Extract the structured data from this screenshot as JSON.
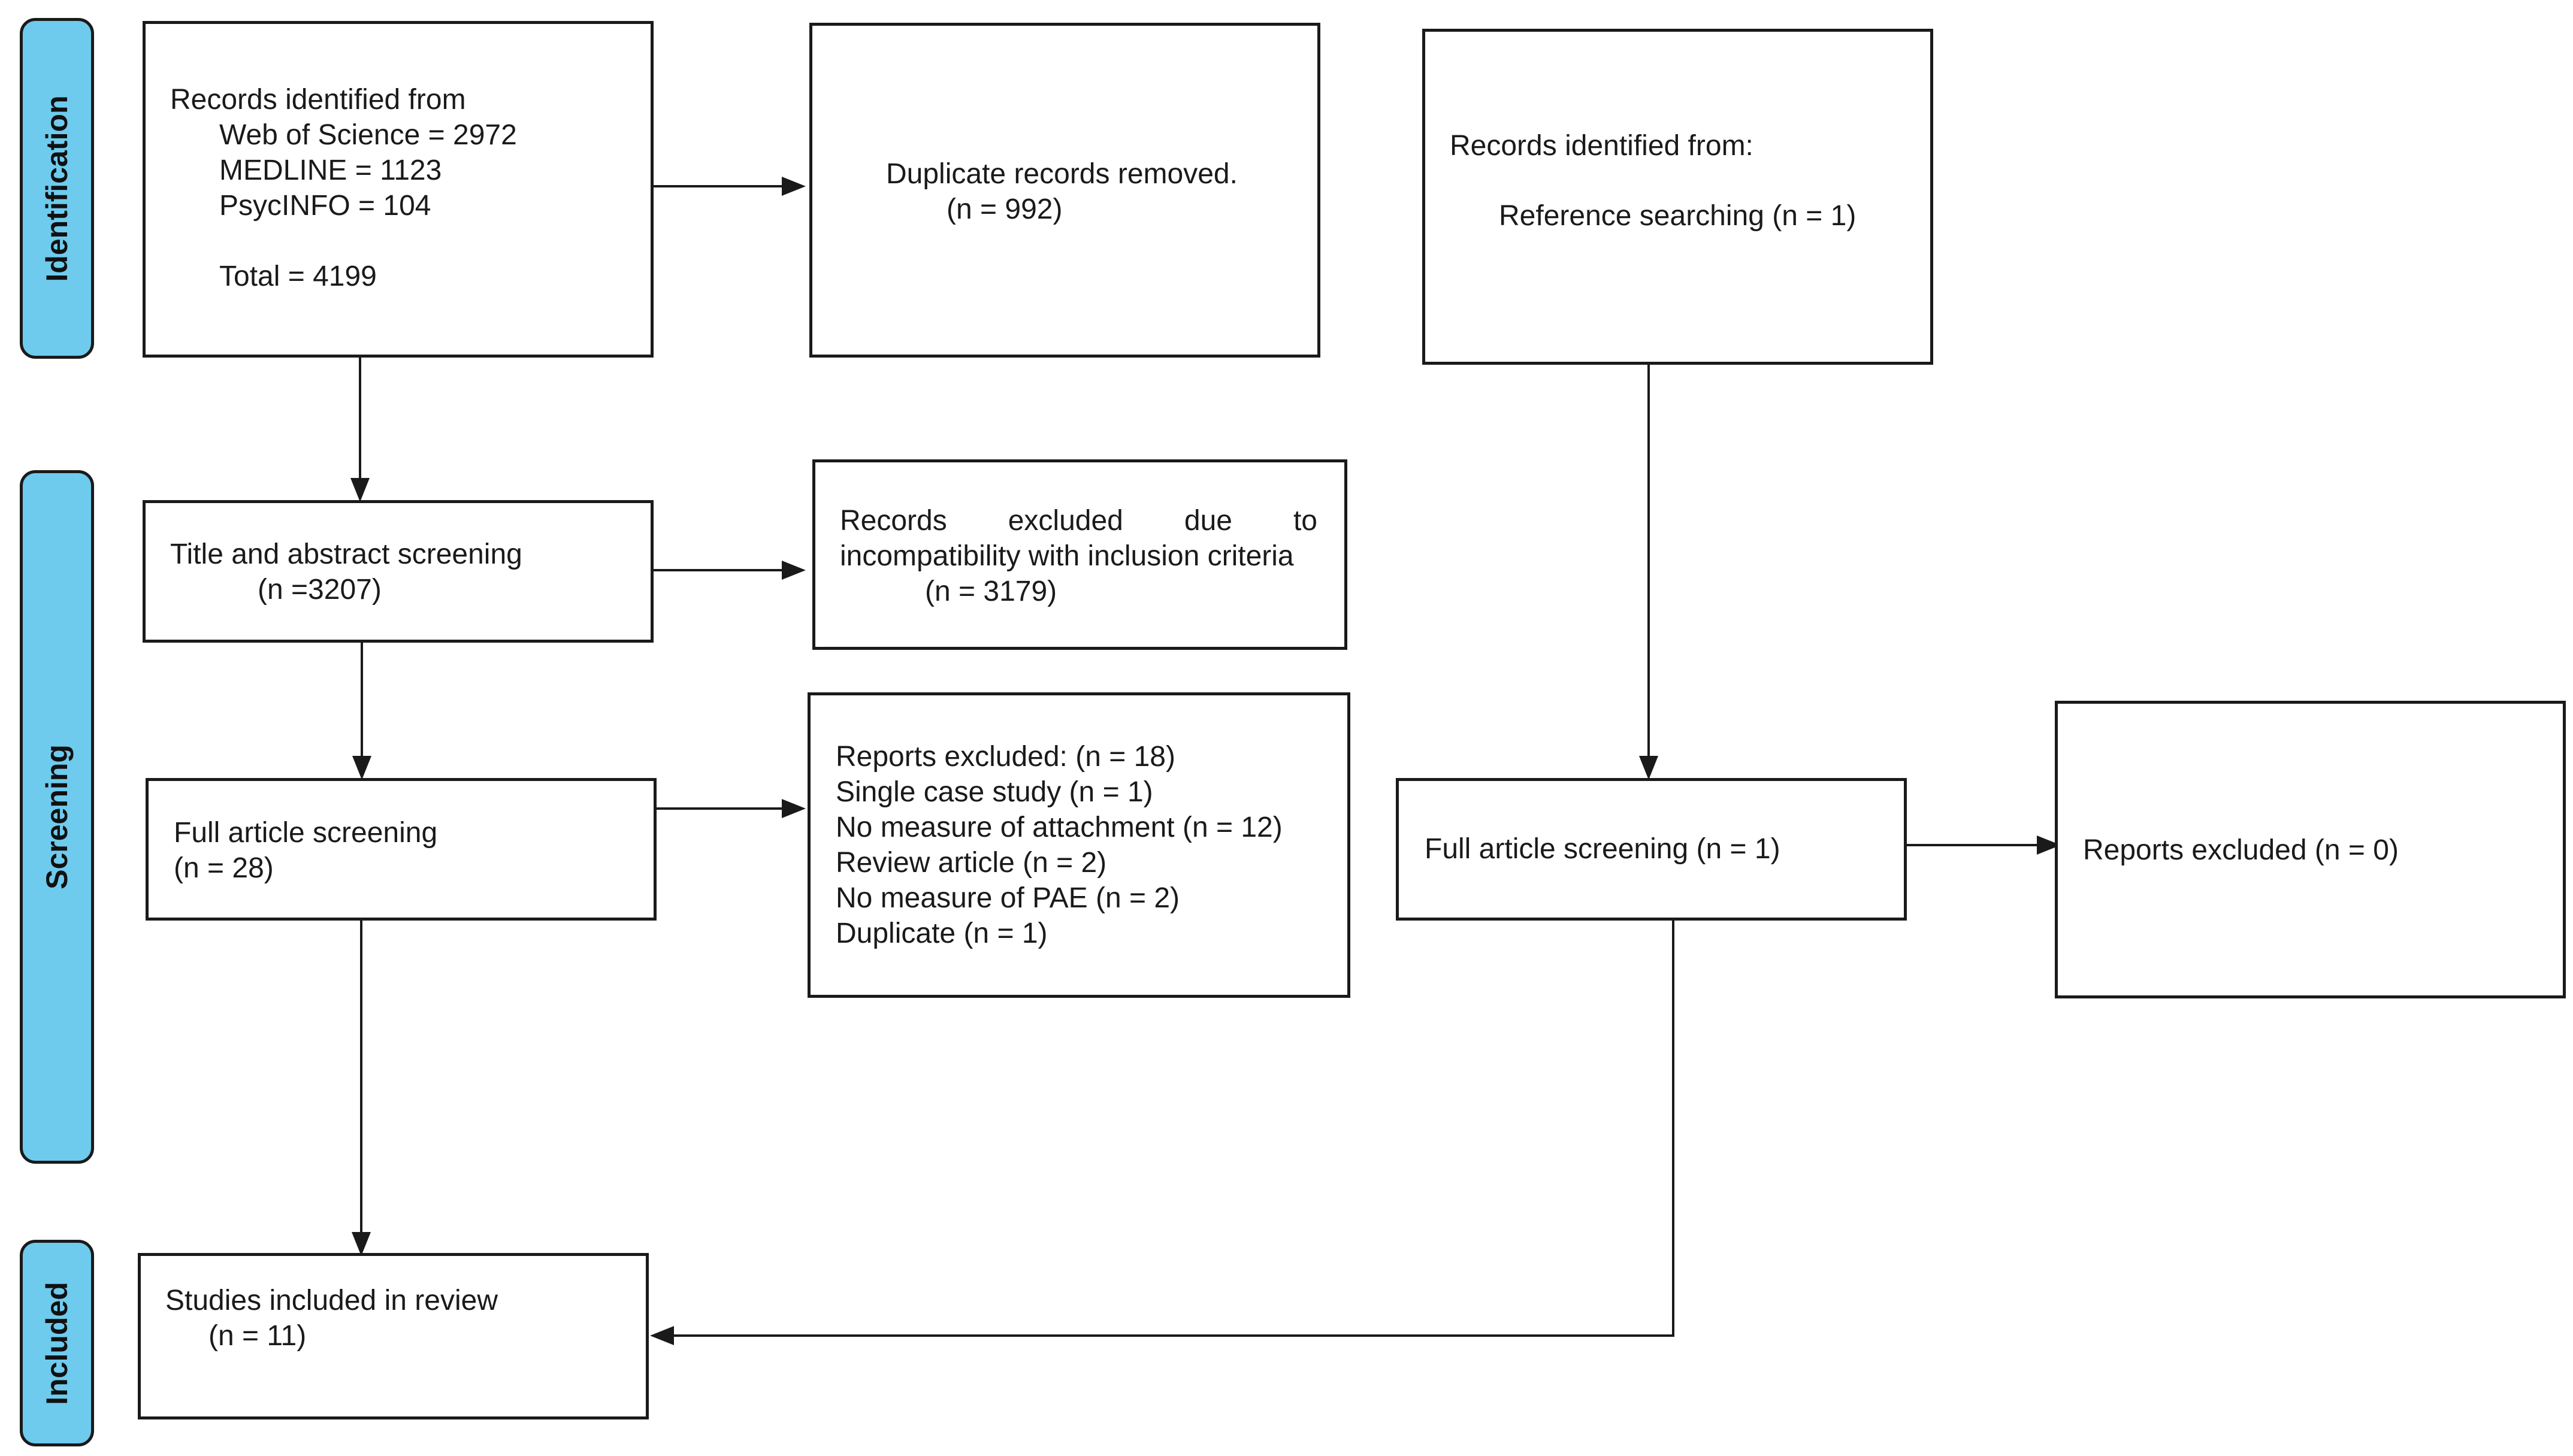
{
  "stages": {
    "identification": "Identification",
    "screening": "Screening",
    "included": "Included"
  },
  "identification": {
    "heading": "Records identified from",
    "wos": "Web of Science = 2972",
    "medline": "MEDLINE = 1123",
    "psycinfo": "PsycINFO = 104",
    "total": "Total = 4199"
  },
  "duplicates": {
    "line1": "Duplicate records removed.",
    "line2": "(n = 992)"
  },
  "other_sources": {
    "heading": "Records identified from:",
    "line1": "Reference searching (n = 1)"
  },
  "title_abstract": {
    "line1": "Title and abstract screening",
    "line2": "(n =3207)"
  },
  "records_excluded": {
    "w1": "Records",
    "w2": "excluded",
    "w3": "due",
    "w4": "to",
    "line2": "incompatibility with inclusion criteria",
    "line3": "(n = 3179)"
  },
  "full_article": {
    "line1": "Full article screening",
    "line2": "(n = 28)"
  },
  "reports_excluded": {
    "line1": "Reports excluded: (n = 18)",
    "line2": "Single case study (n = 1)",
    "line3": "No measure of attachment (n = 12)",
    "line4": "Review article (n = 2)",
    "line5": "No measure of PAE (n = 2)",
    "line6": "Duplicate (n = 1)"
  },
  "full_article_other": {
    "line1": "Full article screening (n = 1)"
  },
  "reports_excluded_other": {
    "line1": "Reports excluded (n = 0)"
  },
  "included": {
    "line1": "Studies included in review",
    "line2": "(n = 11)"
  }
}
